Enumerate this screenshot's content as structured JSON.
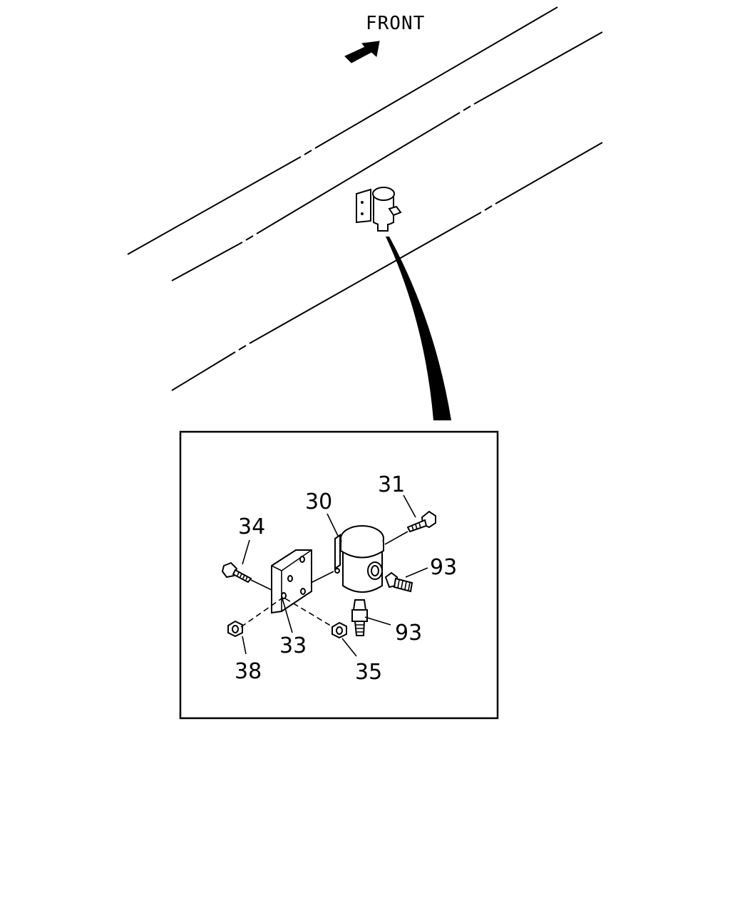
{
  "orientation": {
    "label": "FRONT",
    "icon": "arrow-icon"
  },
  "callouts": {
    "p30": "30",
    "p31": "31",
    "p33": "33",
    "p34": "34",
    "p35": "35",
    "p38": "38",
    "p93a": "93",
    "p93b": "93"
  }
}
